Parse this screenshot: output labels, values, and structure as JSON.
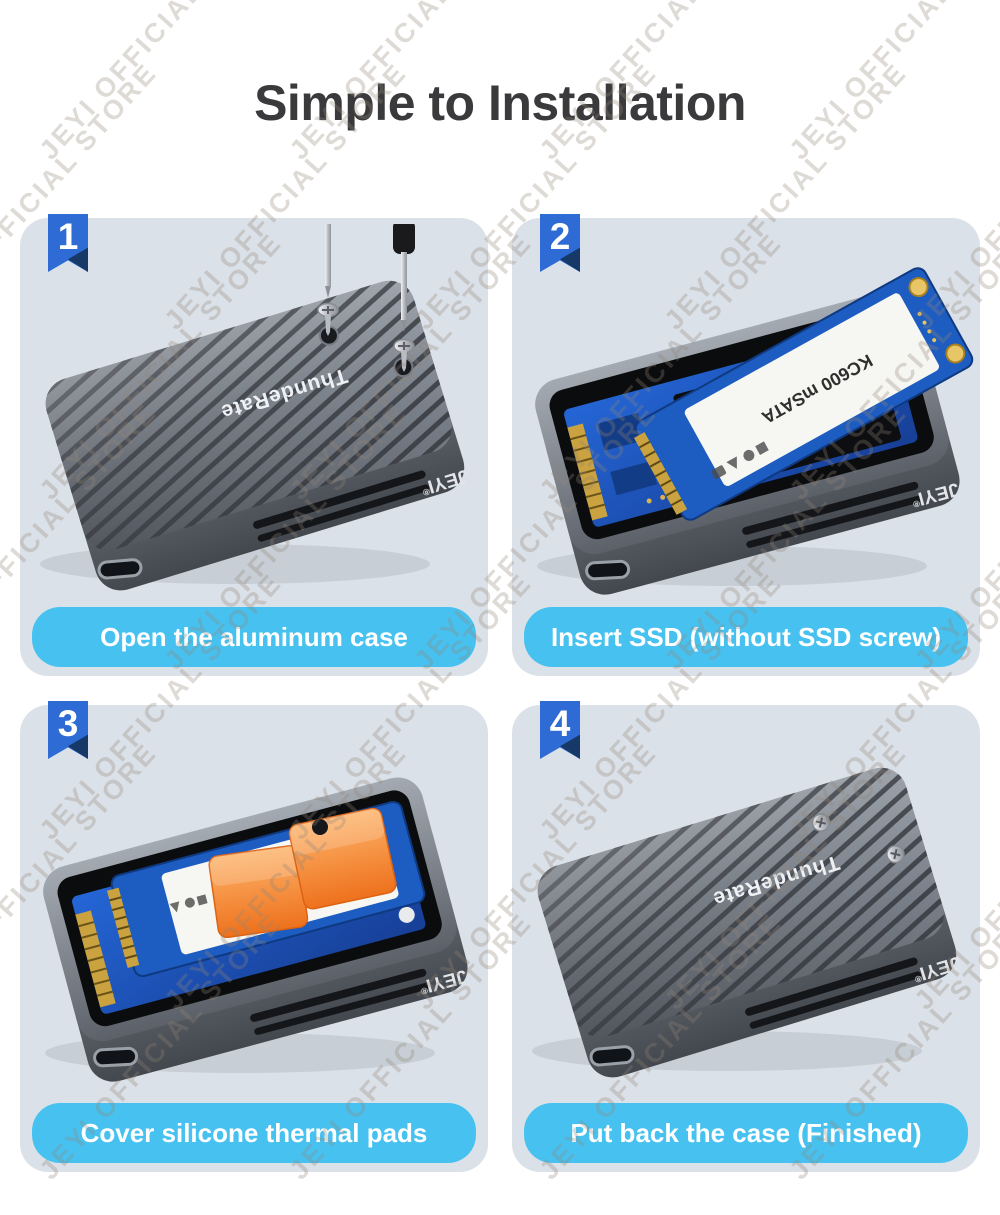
{
  "title": "Simple to Installation",
  "watermark": {
    "text": "JEYI OFFICIAL STORE"
  },
  "brand": {
    "logo": "JEYI",
    "registered_mark": "®",
    "product_label": "ThundeRate",
    "ssd_label": "KC600 mSATA"
  },
  "colors": {
    "step_badge_blue": "#2e6bd5",
    "badge_fold_navy": "#163968",
    "caption_blue": "#47c2f0",
    "panel_bg": "#dbe1e8",
    "title_color": "#3a3a3c",
    "case_gray": "#6a6f78",
    "pcb_blue": "#2466d6",
    "thermal_pad_orange": "#ee711c"
  },
  "steps": [
    {
      "number": "1",
      "caption": "Open the aluminum case"
    },
    {
      "number": "2",
      "caption": "Insert SSD (without SSD screw)"
    },
    {
      "number": "3",
      "caption": "Cover silicone thermal pads"
    },
    {
      "number": "4",
      "caption": "Put back the case (Finished)"
    }
  ]
}
